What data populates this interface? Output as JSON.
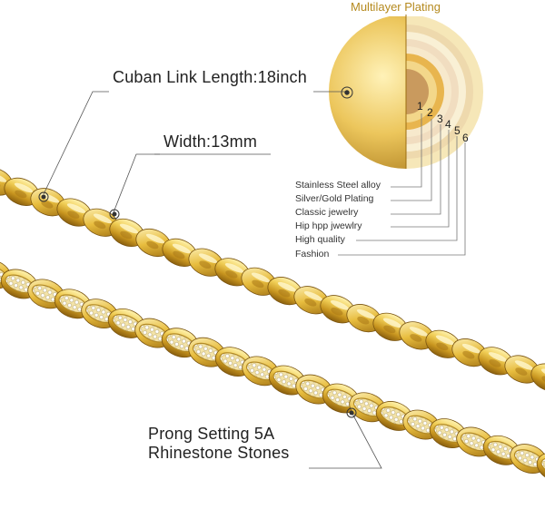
{
  "plating_title": "Multilayer Plating",
  "callouts": {
    "length": "Cuban Link Length:18inch",
    "width": "Width:13mm",
    "stones_line1": "Prong Setting 5A",
    "stones_line2": "Rhinestone Stones"
  },
  "layers": [
    {
      "num": "1",
      "label": "Stainless Steel alloy"
    },
    {
      "num": "2",
      "label": "Silver/Gold Plating"
    },
    {
      "num": "3",
      "label": "Classic jewelry"
    },
    {
      "num": "4",
      "label": "Hip hpp jwewlry"
    },
    {
      "num": "5",
      "label": "High quality"
    },
    {
      "num": "6",
      "label": "Fashion"
    }
  ],
  "colors": {
    "gold_light": "#f6e08a",
    "gold_mid": "#e2b93b",
    "gold_dark": "#9a6f12",
    "title_gold": "#b58a1f"
  }
}
